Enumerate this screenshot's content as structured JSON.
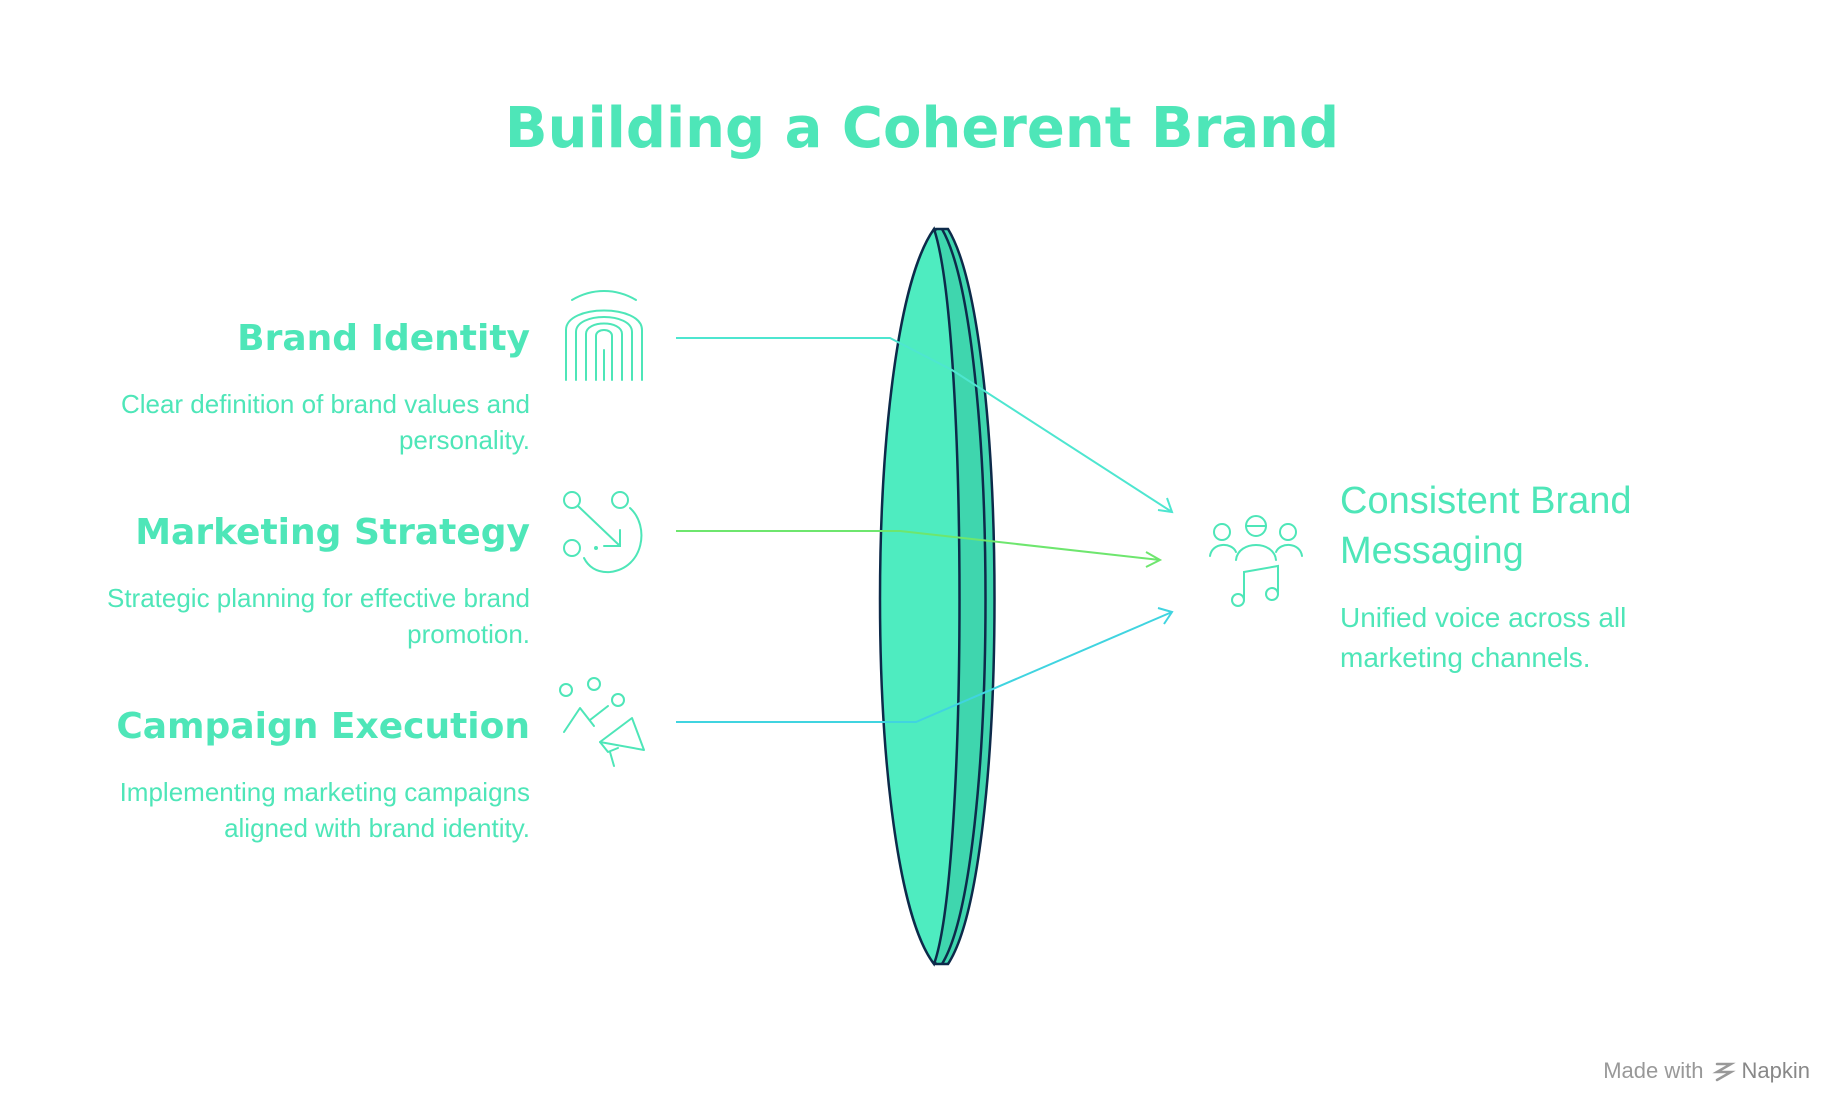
{
  "title": "Building a Coherent Brand",
  "inputs": [
    {
      "title": "Brand Identity",
      "description": "Clear definition of brand values and personality.",
      "icon": "fingerprint-icon",
      "line_color": "#4ee6d0"
    },
    {
      "title": "Marketing Strategy",
      "description": "Strategic planning for effective brand promotion.",
      "icon": "strategy-arrow-icon",
      "line_color": "#6ee66e"
    },
    {
      "title": "Campaign Execution",
      "description": "Implementing marketing campaigns aligned with brand identity.",
      "icon": "megaphone-icon",
      "line_color": "#40d4e0"
    }
  ],
  "output": {
    "title": "Consistent Brand Messaging",
    "description": "Unified voice across all marketing channels.",
    "icon": "audience-music-icon"
  },
  "footer": {
    "made_with": "Made with",
    "brand": "Napkin",
    "icon": "napkin-logo-icon"
  },
  "colors": {
    "accent": "#4ee6b8",
    "lens_outline": "#0d2a4a",
    "footer_text": "#999999"
  }
}
